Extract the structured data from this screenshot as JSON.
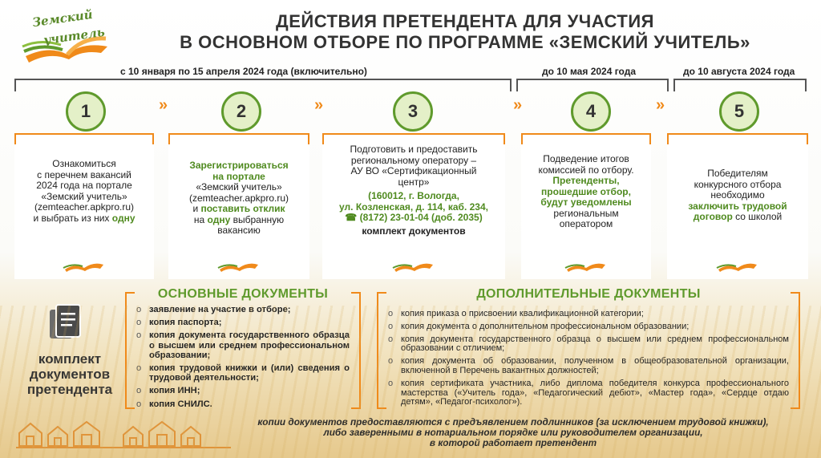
{
  "logo": {
    "line1": "Земский",
    "line2": "учитель"
  },
  "title": {
    "line1": "ДЕЙСТВИЯ ПРЕТЕНДЕНТА ДЛЯ УЧАСТИЯ",
    "line2": "В ОСНОВНОМ ОТБОРЕ ПО ПРОГРАММЕ «ЗЕМСКИЙ УЧИТЕЛЬ»"
  },
  "periods": {
    "first": "с 10 января по 15 апреля 2024 года (включительно)",
    "second": "до 10 мая 2024 года",
    "third": "до 10 августа 2024 года"
  },
  "steps": [
    {
      "num": "1"
    },
    {
      "num": "2"
    },
    {
      "num": "3"
    },
    {
      "num": "4"
    },
    {
      "num": "5"
    }
  ],
  "arrow": "»",
  "cards": {
    "c1": {
      "t1": "Ознакомиться",
      "t2": "с перечнем вакансий",
      "t3": "2024 года на портале",
      "t4": "«Земский учитель»",
      "t5": "(zemteacher.apkpro.ru)",
      "t6": "и выбрать из них",
      "t7": "одну"
    },
    "c2": {
      "t1": "Зарегистрироваться",
      "t2": "на портале",
      "t3": "«Земский учитель»",
      "t4": "(zemteacher.apkpro.ru)",
      "t5": "и",
      "t6": "поставить отклик",
      "t7": "на",
      "t8": "одну",
      "t9": "выбранную",
      "t10": "вакансию"
    },
    "c3": {
      "t1": "Подготовить и предоставить",
      "t2": "региональному оператору –",
      "t3": "АУ ВО «Сертификационный",
      "t4": "центр»",
      "t5": "(160012, г. Вологда,",
      "t6": "ул. Козленская, д. 114, каб. 234,",
      "t7": "☎ (8172) 23-01-04 (доб. 2035)",
      "t8": "комплект документов"
    },
    "c4": {
      "t1": "Подведение итогов",
      "t2": "комиссией по отбору.",
      "t3": "Претенденты,",
      "t4": "прошедшие отбор,",
      "t5": "будут уведомлены",
      "t6": "региональным",
      "t7": "оператором"
    },
    "c5": {
      "t1": "Победителям",
      "t2": "конкурсного отбора",
      "t3": "необходимо",
      "t4": "заключить трудовой",
      "t5": "договор",
      "t6": "со школой"
    }
  },
  "kit_label": {
    "l1": "комплект",
    "l2": "документов",
    "l3": "претендента"
  },
  "main_docs": {
    "heading": "ОСНОВНЫЕ ДОКУМЕНТЫ",
    "items": [
      "заявление на участие в отборе;",
      "копия паспорта;",
      "копия документа государственного образца о высшем или среднем профессиональном образовании;",
      "копия трудовой книжки и (или) сведения о трудовой деятельности;",
      "копия ИНН;",
      "копия СНИЛС."
    ]
  },
  "add_docs": {
    "heading": "ДОПОЛНИТЕЛЬНЫЕ ДОКУМЕНТЫ",
    "items": [
      "копия приказа о присвоении квалификационной категории;",
      "копия документа о дополнительном профессиональном образовании;",
      "копия документа государственного образца о высшем или среднем профессиональном образовании с отличием;",
      "копия документа об образовании, полученном в общеобразовательной организации, включенной в Перечень вакантных должностей;",
      "копия сертификата участника, либо диплома победителя конкурса профессионального мастерства («Учитель года», «Педагогический дебют», «Мастер года», «Сердце отдаю детям», «Педагог-психолог»)."
    ]
  },
  "footnote": {
    "l1": "копии документов предоставляются с предъявлением подлинников (за исключением трудовой книжки),",
    "l2": "либо заверенными в нотариальном порядке или руководителем организации,",
    "l3": "в которой работает претендент"
  },
  "colors": {
    "green": "#5f9a2c",
    "orange": "#f08a1a",
    "circle_fill": "#e4f0c8"
  },
  "icons": {
    "logo": "book-logo-icon",
    "document": "documents-icon",
    "card": "book-icon",
    "houses": "houses-icon"
  }
}
